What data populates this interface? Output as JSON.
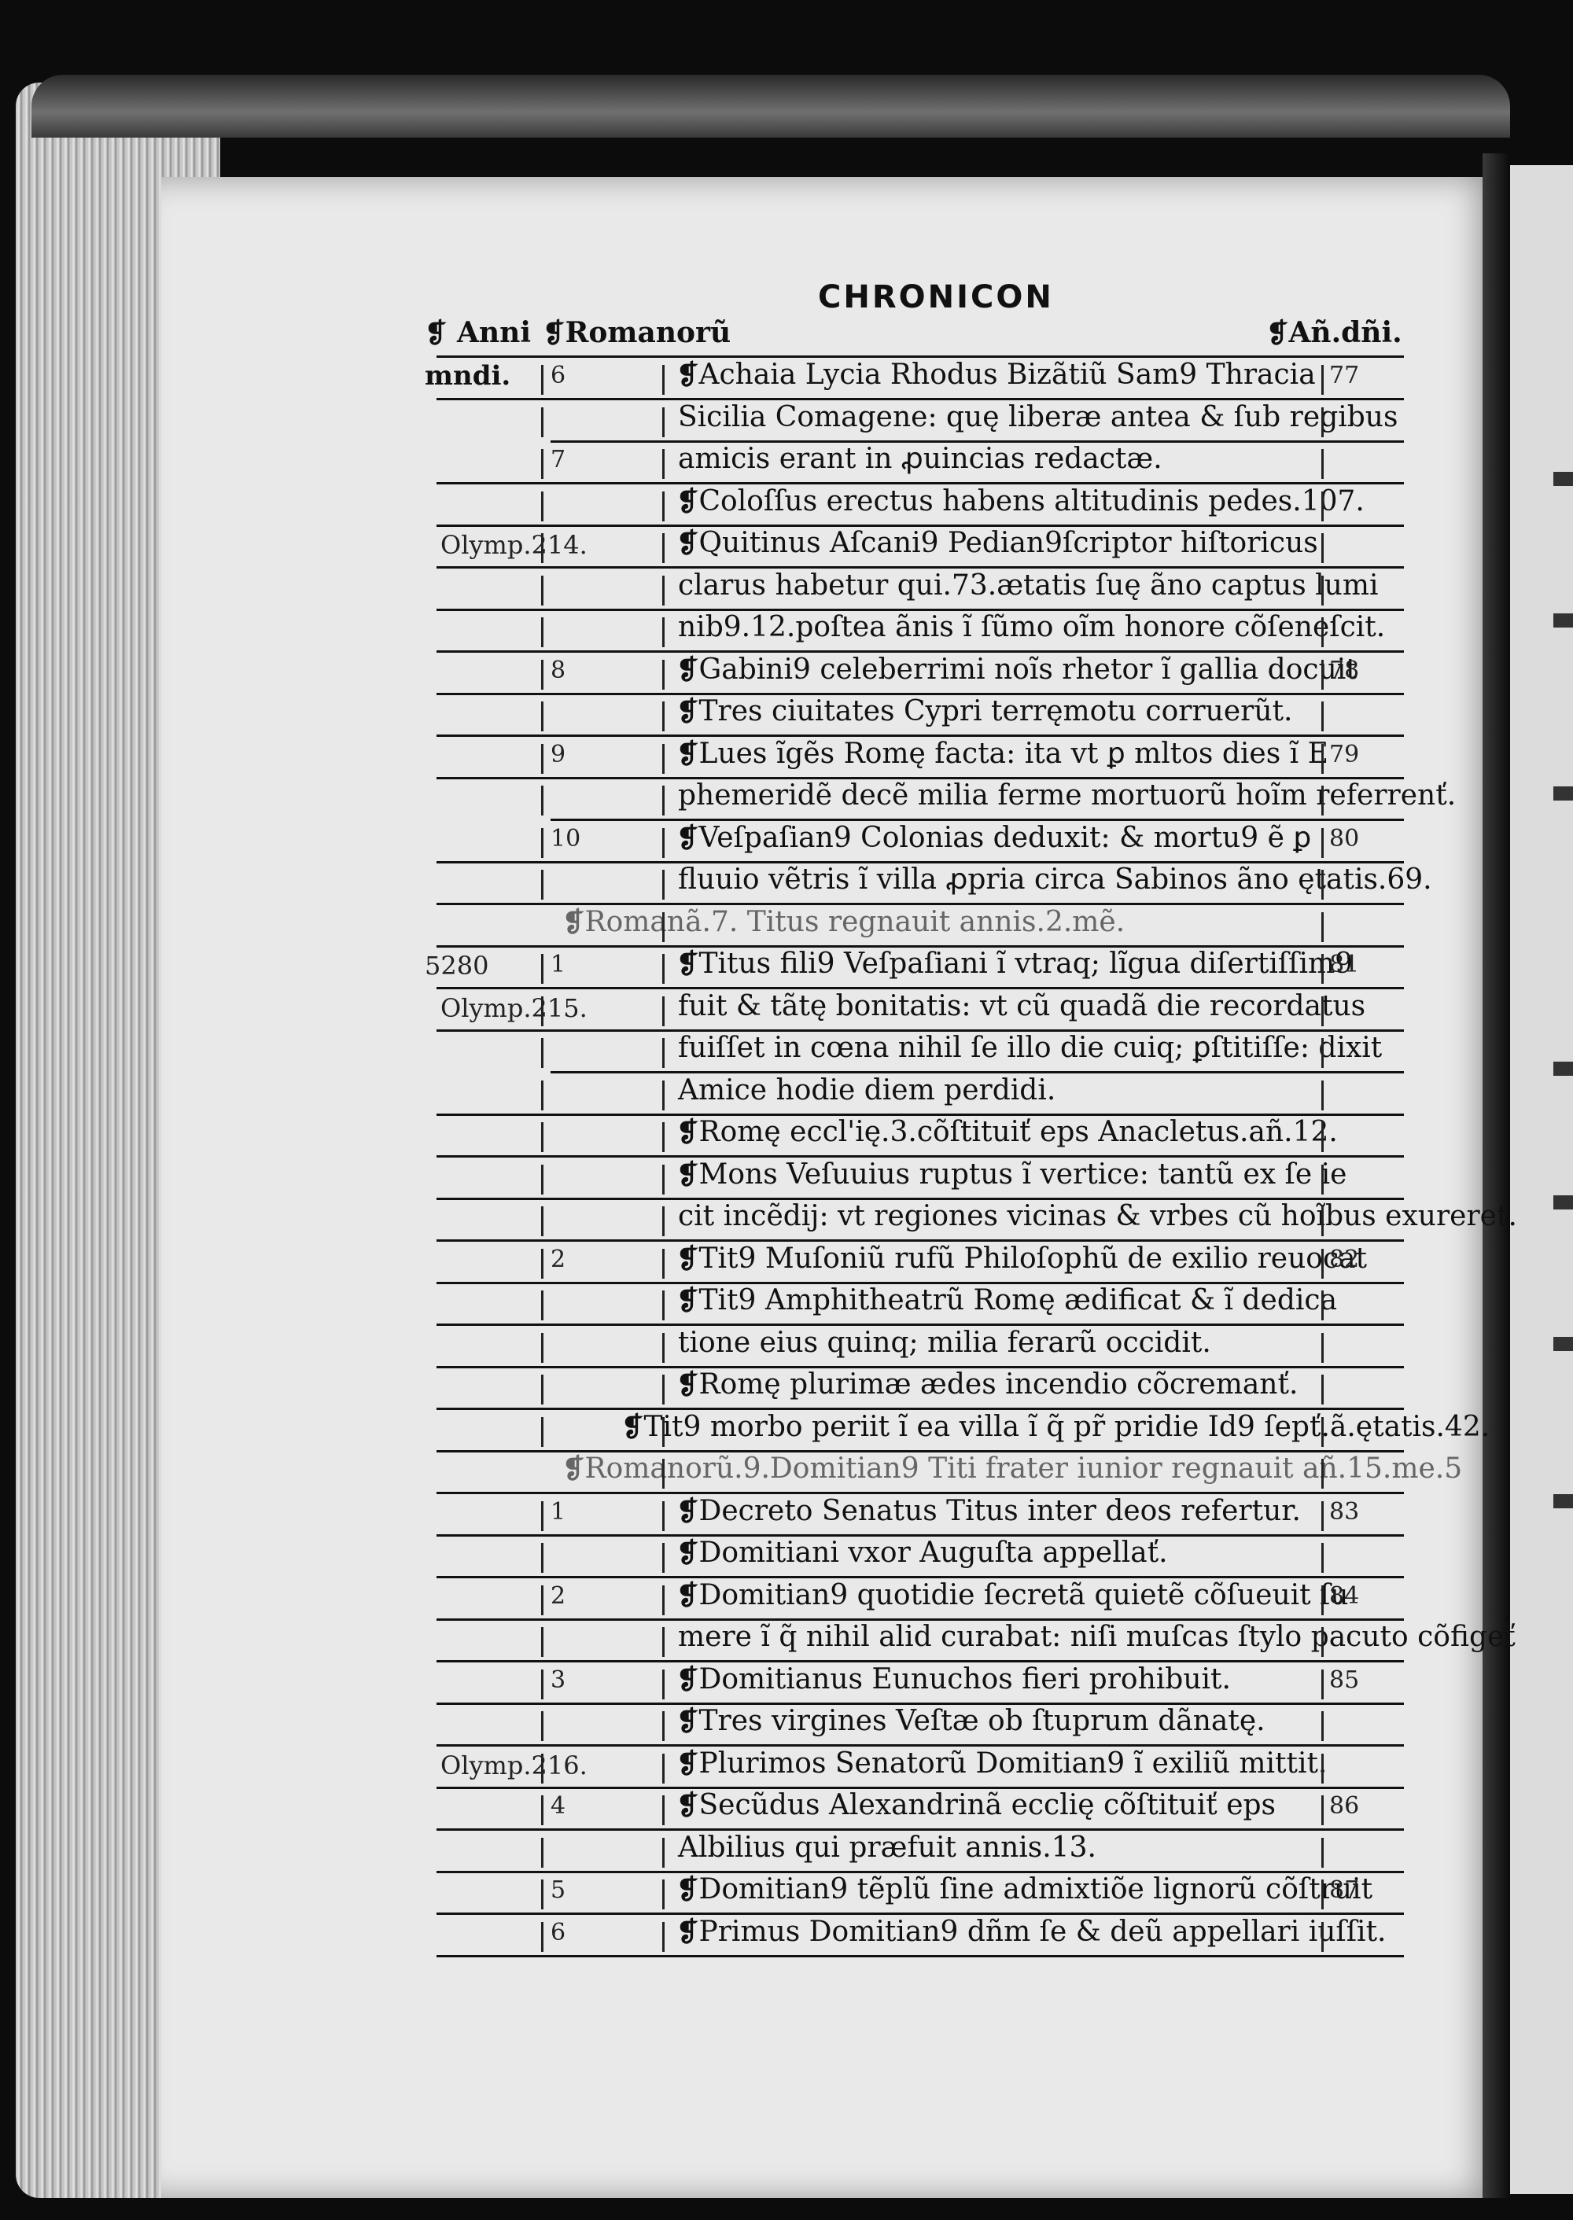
{
  "header": {
    "running_head": "CHRONICON",
    "col_anni": "Anni",
    "col_romanorum": "Romanorũ",
    "col_mundi": "mndi.",
    "col_dni": "Añ.dñi."
  },
  "pilcrow": "❡",
  "rows": [
    {
      "mundi": "",
      "rom": "6",
      "text": "Achaia Lycia Rhodus Bizãtiũ Sam9 Thracia",
      "dni": "77",
      "pil": true
    },
    {
      "mundi": "",
      "rom": "",
      "text": "Sicilia Comagene: quę liberæ antea & ſub regibus",
      "dni": "",
      "pil": false
    },
    {
      "mundi": "",
      "rom": "7",
      "text": "amicis erant in ꝓuincias redactæ.",
      "dni": "",
      "pil": false
    },
    {
      "mundi": "",
      "rom": "",
      "text": "Coloſſus erectus habens altitudinis pedes.107.",
      "dni": "",
      "pil": true
    },
    {
      "mundi": "Olymp.214.",
      "rom": "",
      "text": "Quitinus Aſcani9 Pedian9ſcriptor hiſtoricus",
      "dni": "",
      "pil": true
    },
    {
      "mundi": "",
      "rom": "",
      "text": "clarus habetur qui.73.ætatis ſuę ãno captus lumi",
      "dni": "",
      "pil": false
    },
    {
      "mundi": "",
      "rom": "",
      "text": "nib9.12.poſtea ãnis ĩ ſũmo oĩm honore cõſeneſcit.",
      "dni": "",
      "pil": false
    },
    {
      "mundi": "",
      "rom": "8",
      "text": "Gabini9 celeberrimi noĩs rhetor ĩ gallia docuit",
      "dni": "78",
      "pil": true
    },
    {
      "mundi": "",
      "rom": "",
      "text": "Tres ciuitates Cypri terręmotu corruerũt.",
      "dni": "",
      "pil": true
    },
    {
      "mundi": "",
      "rom": "9",
      "text": "Lues ĩgẽs Romę facta: ita vt ꝑ mltos dies ĩ E",
      "dni": "79",
      "pil": true
    },
    {
      "mundi": "",
      "rom": "",
      "text": "phemeridẽ decẽ milia ferme mortuorũ hoĩm referrenť.",
      "dni": "",
      "pil": false
    },
    {
      "mundi": "",
      "rom": "10",
      "text": "Veſpaſian9 Colonias deduxit: & mortu9 ẽ ꝑ",
      "dni": "80",
      "pil": true
    },
    {
      "mundi": "",
      "rom": "",
      "text": "fluuio vẽtris ĩ villa ꝓpria circa Sabinos ãno ętatis.69.",
      "dni": "",
      "pil": false
    },
    {
      "mundi": "",
      "rom": "",
      "text": "Romanã.7. Titus regnauit annis.2.mẽ.",
      "dni": "",
      "pil": true,
      "reign": true
    },
    {
      "mundi": "5280",
      "rom": "1",
      "text": "Titus fili9 Veſpaſiani ĩ vtraq; lĩgua diſertiſſim9",
      "dni": "81",
      "pil": true
    },
    {
      "mundi": "Olymp.215.",
      "rom": "",
      "text": "fuit & tãtę bonitatis: vt cũ quadã die recordatus",
      "dni": "",
      "pil": false
    },
    {
      "mundi": "",
      "rom": "",
      "text": "fuiſſet in cœna nihil ſe illo die cuiq; ꝑſtitiſſe: dixit",
      "dni": "",
      "pil": false
    },
    {
      "mundi": "",
      "rom": "",
      "text": "Amice hodie diem perdidi.",
      "dni": "",
      "pil": false
    },
    {
      "mundi": "",
      "rom": "",
      "text": "Romę eccl'ię.3.cõſtituiť eps Anacletus.añ.12.",
      "dni": "",
      "pil": true
    },
    {
      "mundi": "",
      "rom": "",
      "text": "Mons Veſuuius ruptus ĩ vertice: tantũ ex ſe ie",
      "dni": "",
      "pil": true
    },
    {
      "mundi": "",
      "rom": "",
      "text": "cit incẽdij: vt regiones vicinas & vrbes cũ hoĩbus exureret.",
      "dni": "",
      "pil": false
    },
    {
      "mundi": "",
      "rom": "2",
      "text": "Tit9 Muſoniũ rufũ Philoſophũ de exilio reuocat",
      "dni": "82",
      "pil": true
    },
    {
      "mundi": "",
      "rom": "",
      "text": "Tit9 Amphitheatrũ Romę ædificat & ĩ dedica",
      "dni": "",
      "pil": true
    },
    {
      "mundi": "",
      "rom": "",
      "text": "tione eius quinq; milia ferarũ occidit.",
      "dni": "",
      "pil": false
    },
    {
      "mundi": "",
      "rom": "",
      "text": "Romę plurimæ ædes incendio cõcremanť.",
      "dni": "",
      "pil": true
    },
    {
      "mundi": "",
      "rom": "",
      "text": "Tit9 morbo periit ĩ ea villa ĩ q̃ pr̃ pridie Id9 ſepť.ã.ętatis.42.",
      "dni": "",
      "pil": true,
      "wide": true
    },
    {
      "mundi": "",
      "rom": "",
      "text": "Romanorũ.9.Domitian9 Titi frater iunior regnauit añ.15.me.5",
      "dni": "",
      "pil": true,
      "reign": true
    },
    {
      "mundi": "",
      "rom": "1",
      "text": "Decreto Senatus Titus inter deos refertur.",
      "dni": "83",
      "pil": true
    },
    {
      "mundi": "",
      "rom": "",
      "text": "Domitiani vxor Auguſta appellať.",
      "dni": "",
      "pil": true
    },
    {
      "mundi": "",
      "rom": "2",
      "text": "Domitian9 quotidie ſecretã quietẽ cõſueuit ſu",
      "dni": "84",
      "pil": true
    },
    {
      "mundi": "",
      "rom": "",
      "text": "mere ĩ q̃ nihil alid curabat: niſi muſcas ſtylo pacuto cõfigeť",
      "dni": "",
      "pil": false
    },
    {
      "mundi": "",
      "rom": "3",
      "text": "Domitianus Eunuchos fieri prohibuit.",
      "dni": "85",
      "pil": true
    },
    {
      "mundi": "",
      "rom": "",
      "text": "Tres virgines Veſtæ ob ſtuprum dãnatę.",
      "dni": "",
      "pil": true
    },
    {
      "mundi": "Olymp.216.",
      "rom": "",
      "text": "Plurimos Senatorũ Domitian9 ĩ exiliũ mittit.",
      "dni": "",
      "pil": true
    },
    {
      "mundi": "",
      "rom": "4",
      "text": "Secũdus Alexandrinã ecclię cõſtituiť eps",
      "dni": "86",
      "pil": true
    },
    {
      "mundi": "",
      "rom": "",
      "text": "Albilius qui præfuit annis.13.",
      "dni": "",
      "pil": false
    },
    {
      "mundi": "",
      "rom": "5",
      "text": "Domitian9 tẽplũ ſine admixtiõe lignorũ cõſtruit",
      "dni": "87",
      "pil": true
    },
    {
      "mundi": "",
      "rom": "6",
      "text": "Primus Domitian9 dñm ſe & deũ appellari iuſſit.",
      "dni": "",
      "pil": true
    }
  ]
}
